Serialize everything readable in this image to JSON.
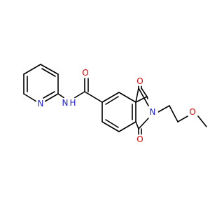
{
  "colors": {
    "carbon_bond": "#000000",
    "oxygen": "#e00000",
    "nitrogen": "#2020e0",
    "background": "#ffffff"
  },
  "atoms": {
    "n_pyridine": "N",
    "n_amide": "N",
    "h_amide": "H",
    "o_amide": "O",
    "n_imide": "N",
    "o_imide_top": "O",
    "o_imide_bottom": "O",
    "o_ether": "O"
  }
}
